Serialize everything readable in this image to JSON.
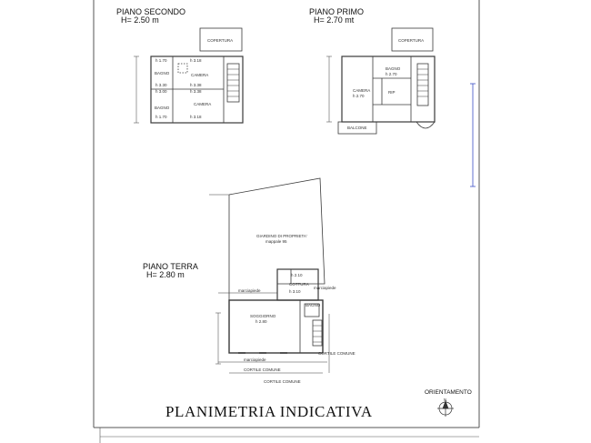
{
  "drawing": {
    "title": "PLANIMETRIA INDICATIVA",
    "orientation_label": "ORIENTAMENTO",
    "north_mark": "N"
  },
  "floors": {
    "second": {
      "name": "PIANO SECONDO",
      "height": "H= 2.50 m",
      "rooms": {
        "copertura": "COPERTURA",
        "bagno_1": "BAGNO",
        "camera_1": "CAMERA",
        "bagno_2": "BAGNO",
        "camera_2": "CAMERA"
      },
      "dims": {
        "h1": "h 1.70",
        "h2": "h 3.18",
        "h3": "h 3.30",
        "h4": "h 3.38",
        "h5": "h 3.00",
        "h6": "h 3.38",
        "h7": "h 1.70",
        "h8": "h 3.18"
      }
    },
    "first": {
      "name": "PIANO PRIMO",
      "height": "H= 2.70 mt",
      "rooms": {
        "copertura": "COPERTURA",
        "bagno": "BAGNO",
        "bagno_h": "h 2.70",
        "camera": "CAMERA",
        "camera_h": "h 2.70",
        "rip": "RIP",
        "balcone": "BALCONE"
      }
    },
    "ground": {
      "name": "PIANO TERRA",
      "height": "H= 2.80 m",
      "rooms": {
        "giardino": "GIARDINO DI PROPRIETA'",
        "giardino_sub": "mappale 95",
        "cottura": "COTTURA",
        "cottura_h": "h 2.10",
        "cottura_h2": "h 3.10",
        "bagno": "BAGNO",
        "soggiorno": "SOGGIORNO",
        "soggiorno_h": "h 2.80",
        "marciapiede_1": "marciapiede",
        "marciapiede_2": "marciapiede",
        "marciapiede_3": "marciapiede",
        "cortile_1": "CORTILE COMUNE",
        "cortile_2": "CORTILE COMUNE",
        "cortile_3": "CORTILE COMUNE"
      }
    }
  },
  "colors": {
    "line": "#3a3a3a",
    "frame": "#555555",
    "accent": "#3b4fc4",
    "hatch": "#8a8a8a"
  }
}
